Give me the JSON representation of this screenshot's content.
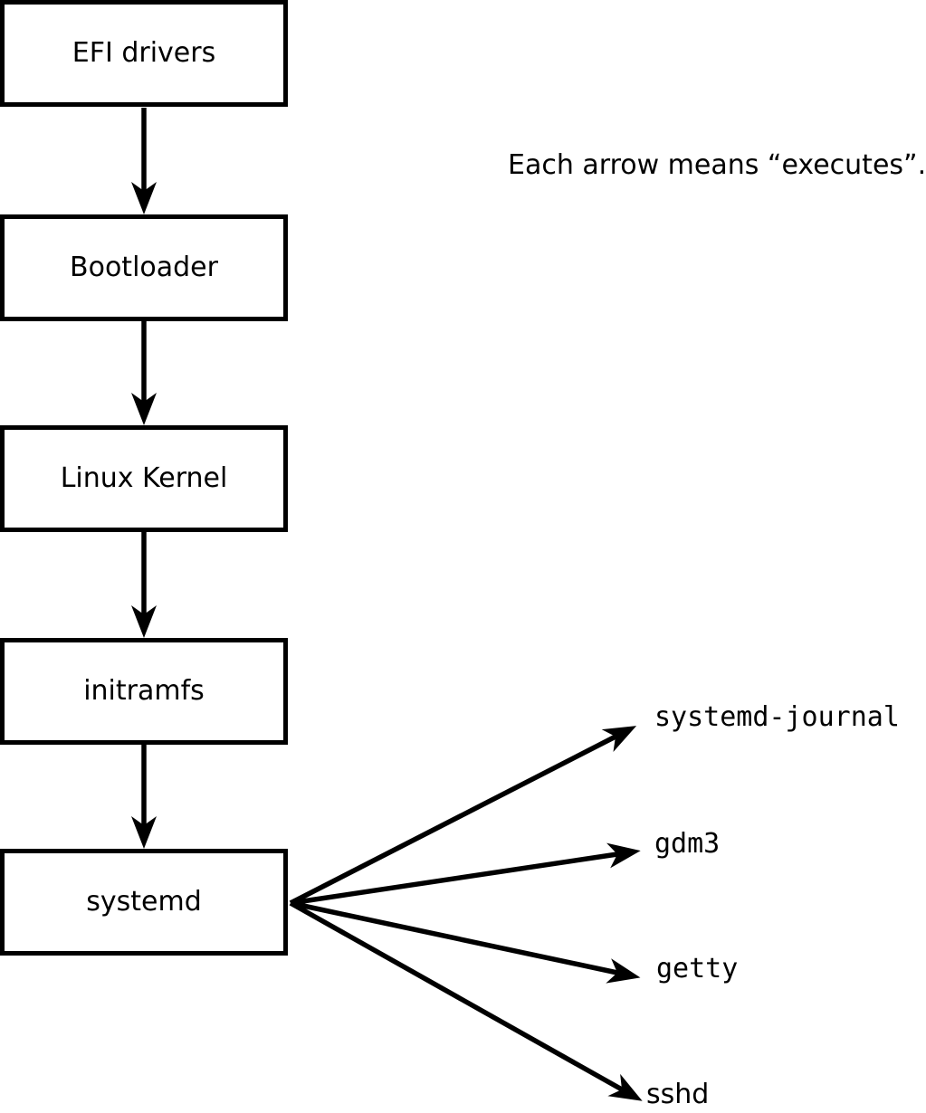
{
  "diagram": {
    "annotation": "Each arrow means “executes”.",
    "edge_meaning": "executes",
    "boxes": [
      {
        "id": "efi-drivers",
        "label": "EFI drivers"
      },
      {
        "id": "bootloader",
        "label": "Bootloader"
      },
      {
        "id": "linux-kernel",
        "label": "Linux Kernel"
      },
      {
        "id": "initramfs",
        "label": "initramfs"
      },
      {
        "id": "systemd",
        "label": "systemd"
      }
    ],
    "children": [
      {
        "id": "systemd-journal",
        "label": "systemd-journal"
      },
      {
        "id": "gdm3",
        "label": "gdm3"
      },
      {
        "id": "getty",
        "label": "getty"
      },
      {
        "id": "sshd",
        "label": "sshd"
      }
    ],
    "colors": {
      "stroke": "#000000",
      "background": "#ffffff"
    }
  }
}
